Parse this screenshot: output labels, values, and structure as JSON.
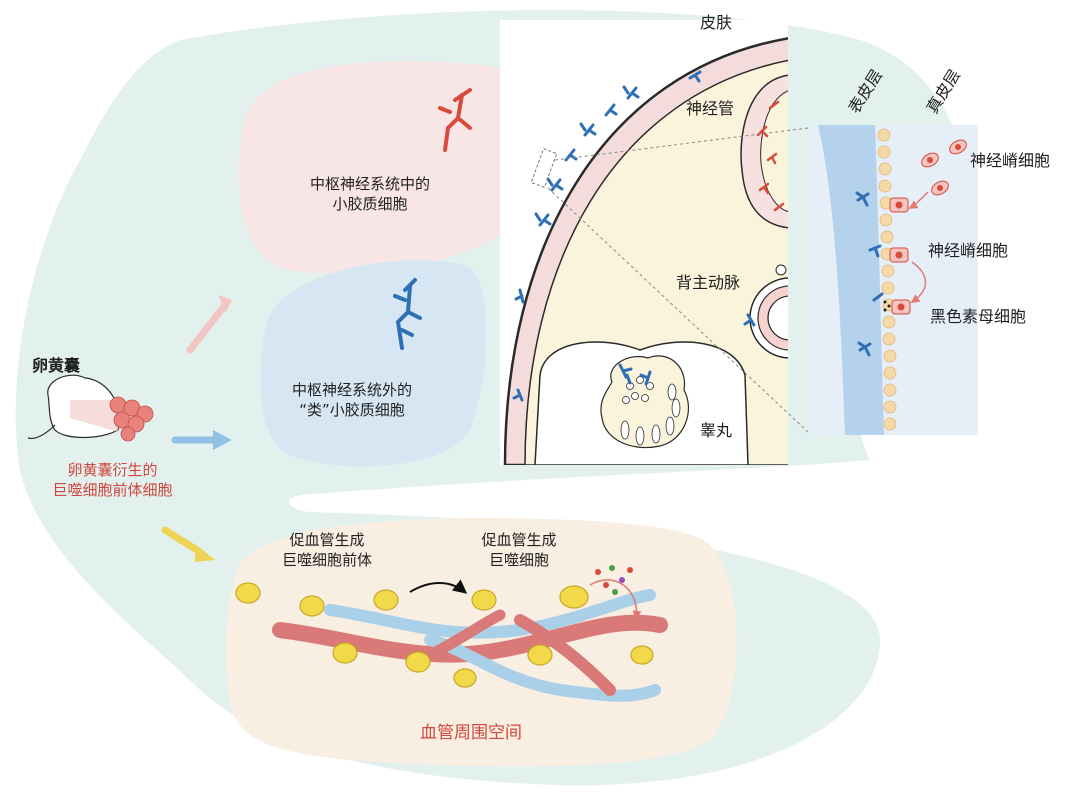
{
  "colors": {
    "outer_region": "#e3f1ee",
    "microglia_region": "#f8e6e6",
    "microglia_like_region": "#d6e6f3",
    "perivascular_region": "#f9eee2",
    "embryo_body": "#fbf4dc",
    "skin": "#f5dcdc",
    "red_cell": "#d84a3a",
    "blue_cell": "#2e6fb6",
    "yellow_cell": "#f2d94a",
    "arrow_pink": "#f2c4c2",
    "arrow_blue": "#8fc0e6",
    "arrow_yellow": "#f0d254"
  },
  "yolk_sac": {
    "title": "卵黄囊",
    "derived_label_line1": "卵黄囊衍生的",
    "derived_label_line2": "巨噬细胞前体细胞"
  },
  "cns_microglia": {
    "line1": "中枢神经系统中的",
    "line2": "小胶质细胞"
  },
  "non_cns_microglia_like": {
    "line1": "中枢神经系统外的",
    "line2": "“类”小胶质细胞"
  },
  "embryo": {
    "skin": "皮肤",
    "neural_tube": "神经管",
    "dorsal_aorta": "背主动脉",
    "testis": "睾丸"
  },
  "skin_inset": {
    "epidermis": "表皮层",
    "dermis": "真皮层",
    "neural_crest_cells_top": "神经嵴细胞",
    "neural_crest_cells_mid": "神经嵴细胞",
    "melanoblasts": "黑色素母细胞"
  },
  "perivascular": {
    "precursor_line1": "促血管生成",
    "precursor_line2": "巨噬细胞前体",
    "macrophage_line1": "促血管生成",
    "macrophage_line2": "巨噬细胞",
    "space_label": "血管周围空间"
  }
}
